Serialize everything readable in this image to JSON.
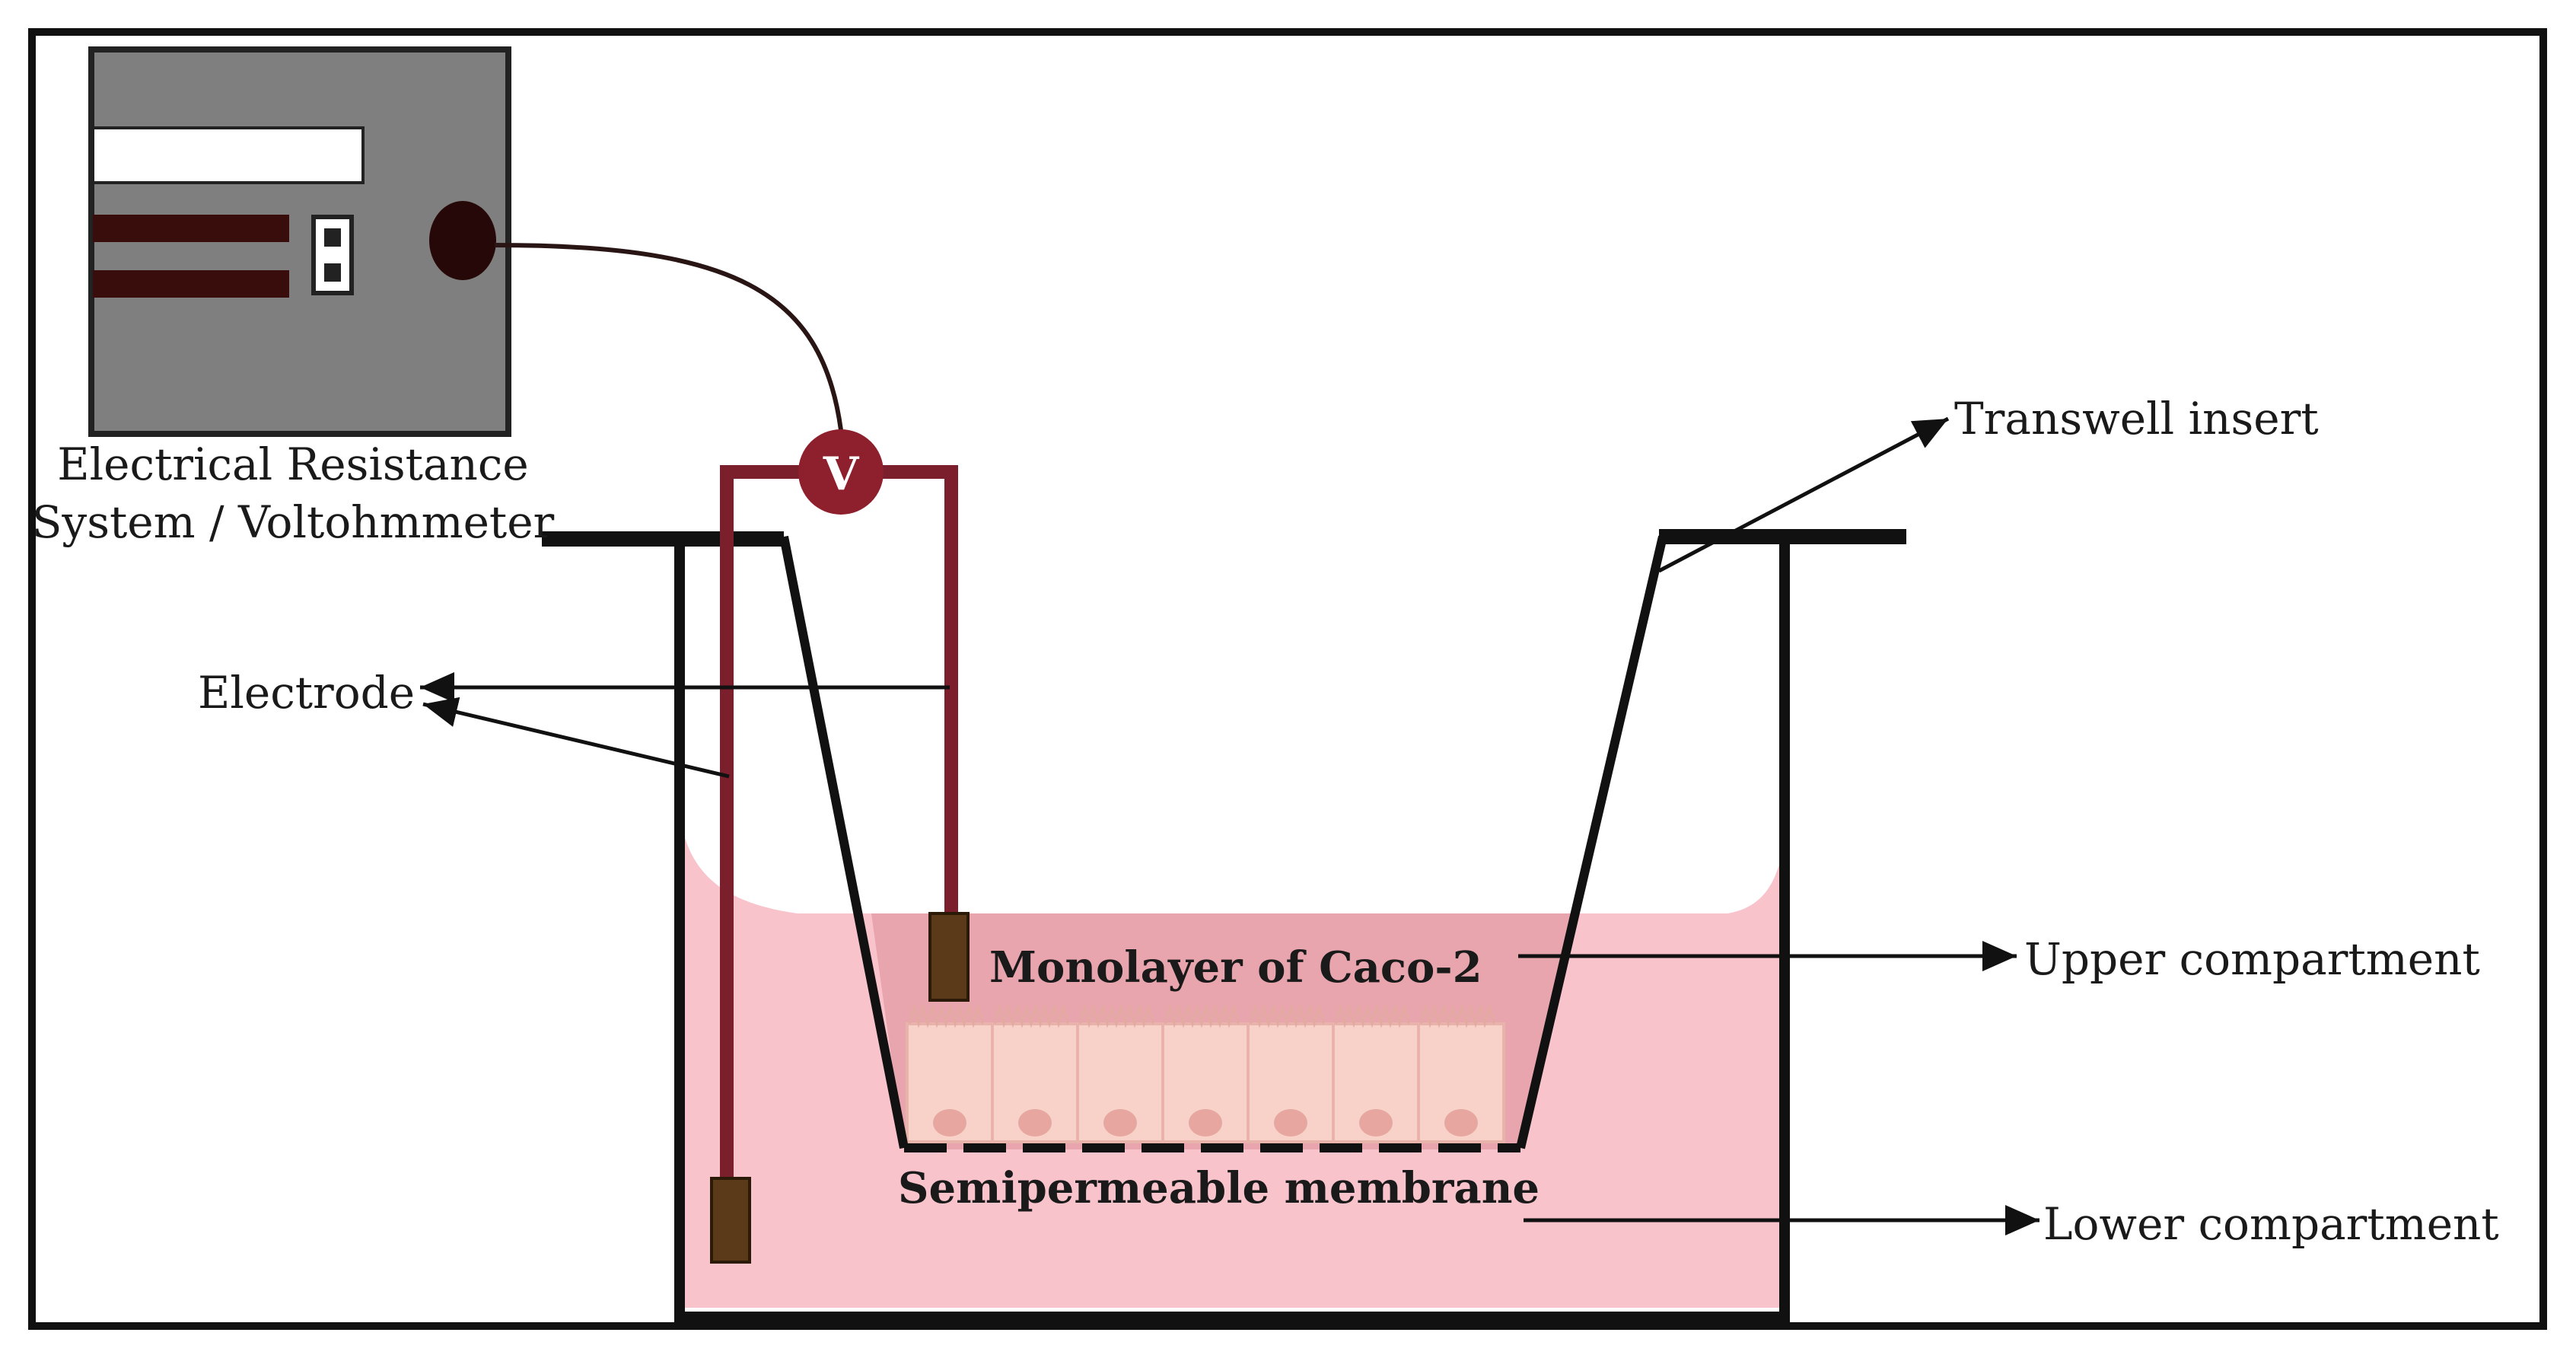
{
  "labels": {
    "meter_line1": "Electrical Resistance",
    "meter_line2": "System / Voltohmmeter",
    "voltmeter_symbol": "V",
    "electrode": "Electrode",
    "transwell_insert": "Transwell insert",
    "monolayer": "Monolayer of Caco-2",
    "upper_compartment": "Upper compartment",
    "semipermeable_membrane": "Semipermeable membrane",
    "lower_compartment": "Lower compartment"
  },
  "colors": {
    "meter_body": "#7f7f7f",
    "electrode_wire": "#7a1f2b",
    "electrode_tip": "#5a3a18",
    "voltmeter": "#8e1f2c",
    "medium_lower": "#f9c3cb",
    "medium_upper": "#e9a5ae",
    "cell": "#f8d2c8",
    "cell_nucleus": "#e7a6a0",
    "frame": "#111111"
  },
  "cell_count": 7
}
